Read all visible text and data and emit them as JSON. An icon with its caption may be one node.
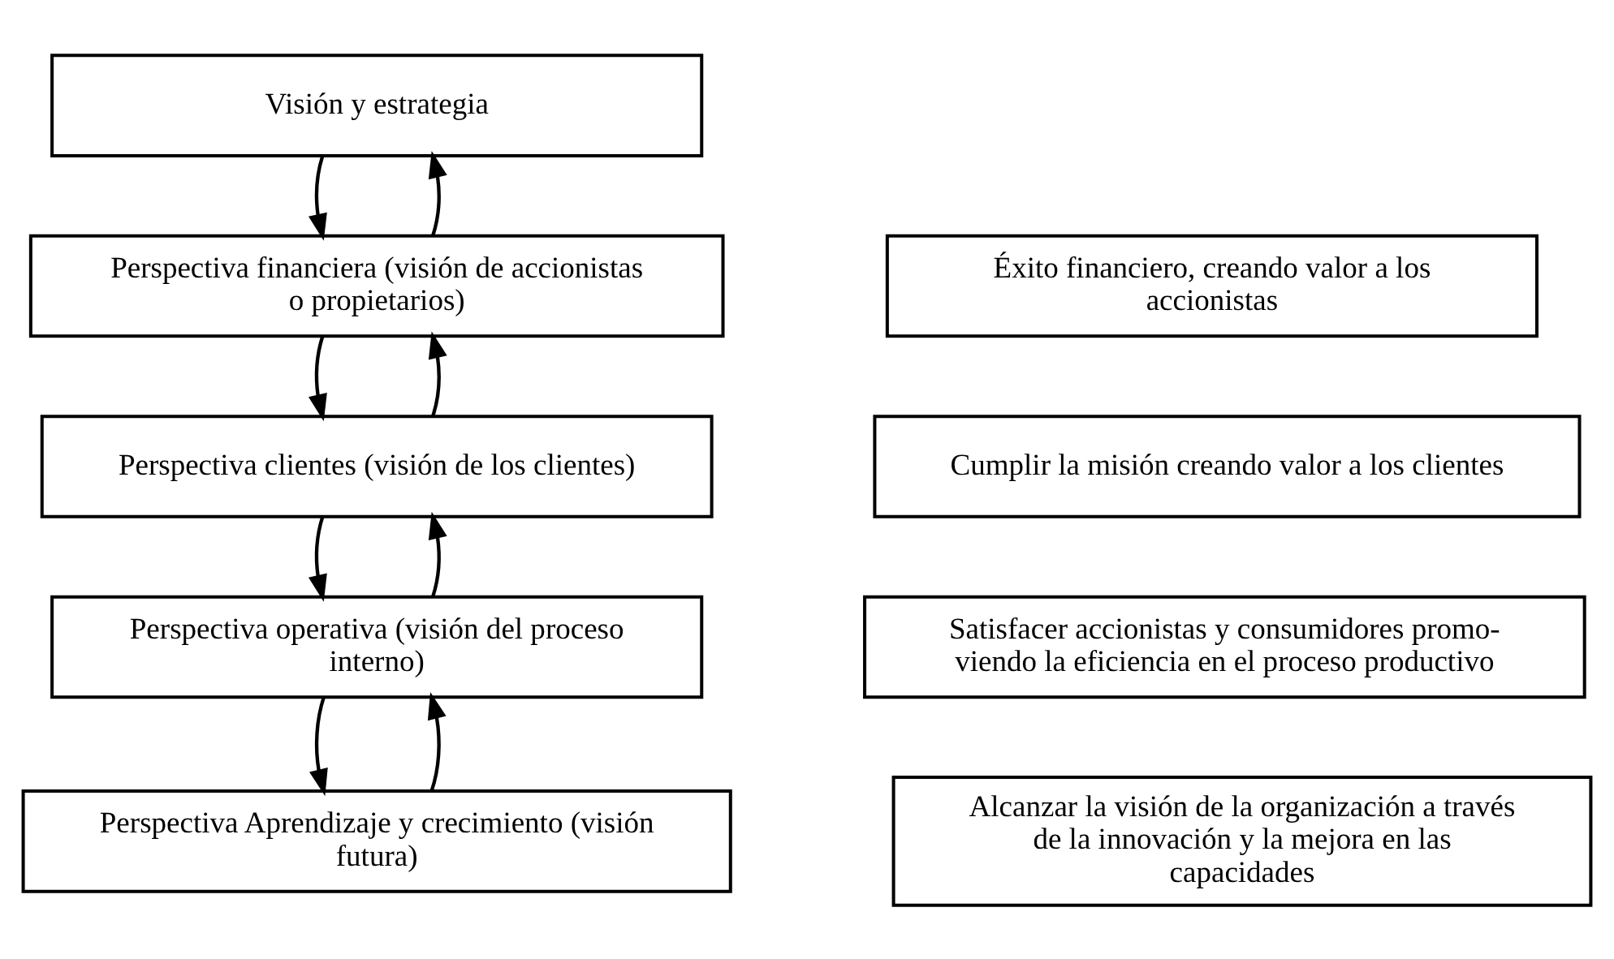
{
  "diagram": {
    "nodes": [
      {
        "text": [
          "Visión y estrategia"
        ]
      },
      {
        "text": [
          "Perspectiva financiera (visión de accionistas o propietarios)"
        ]
      },
      {
        "text": [
          "Éxito financiero, creando valor a los accionistas"
        ]
      },
      {
        "text": [
          "Perspectiva clientes (visión de los clientes)"
        ]
      },
      {
        "text": [
          "Cumplir la misión creando valor a los clientes"
        ]
      },
      {
        "text": [
          "Perspectiva operativa (visión del proceso interno)"
        ]
      },
      {
        "text": [
          "Satisfacer accionistas y consumidores promo- viendo la eficiencia en el proceso productivo"
        ]
      },
      {
        "text": [
          "Perspectiva Aprendizaje y crecimiento (visión futura)"
        ]
      },
      {
        "text": [
          "Alcanzar la visión de la organización a través de la innovación y la mejora en las capacidades"
        ]
      }
    ],
    "edges": [
      {
        "from": 1,
        "to": 0,
        "arrow": "to"
      },
      {
        "from": 0,
        "to": 1,
        "arrow": "to"
      },
      {
        "from": 3,
        "to": 1,
        "arrow": "to"
      },
      {
        "from": 1,
        "to": 3,
        "arrow": "to"
      },
      {
        "from": 5,
        "to": 3,
        "arrow": "to"
      },
      {
        "from": 3,
        "to": 5,
        "arrow": "to"
      },
      {
        "from": 7,
        "to": 5,
        "arrow": "to"
      },
      {
        "from": 5,
        "to": 7,
        "arrow": "to"
      }
    ]
  }
}
